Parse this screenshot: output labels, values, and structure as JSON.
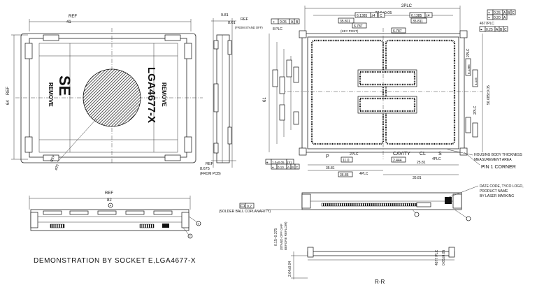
{
  "top_view": {
    "dim_ref_top": "REF",
    "dim_41": "41",
    "dim_ref_left": "REF",
    "dim_64": "64",
    "logo_text": "SE",
    "model_text": "LGA4677-X",
    "remove_left": "REMOVE",
    "remove_right": "REMOVE",
    "dim_ref_circle": "REF",
    "dim_phi25": "ø25"
  },
  "side_view": {
    "dim_981": "9.81",
    "dim_ref": "REF",
    "dim_861": "8.61",
    "from_stand_off": "(FROM STAND OFF)",
    "dim_ref_bottom": "REF",
    "dim_8675": "8.675",
    "from_pcb": "(FROM PCB)"
  },
  "right_view": {
    "dim_2plc_top": "2PLC",
    "dim_77": "77.6±0.05",
    "gdt_top_left": [
      "⌖",
      "0.05",
      "A",
      "B"
    ],
    "dim_8plc": "8 PLC",
    "gdt_618_left": [
      "6.1385",
      "±4"
    ],
    "gdt_c": "C",
    "gdt_618_right": [
      "6.1385",
      "±4"
    ],
    "dim_3581_left": "35.811",
    "dim_6787_a": "6.787",
    "dim_3581_right": "35.811",
    "key_post": "(KEY POST)",
    "dim_6787_b": "6.787",
    "gdt_tr1": [
      "⌖",
      "0.25",
      "A",
      "B",
      "C"
    ],
    "gdt_tr2": [
      "⌖",
      "0.20",
      "A"
    ],
    "dim_4677plc": "4677PLC",
    "gdt_tr3": [
      "⌖",
      "0.25",
      "A",
      "B",
      "C"
    ],
    "dim_2plc_right": "2PLC",
    "dim_plc_right": "2PLC",
    "dim_61": "61",
    "dim_5685": "56.685±0.05",
    "dim_right_small": [
      "6.1385",
      "4.115"
    ],
    "cavity_label": "CAVITY",
    "cl_label": "CL",
    "s_label": "S",
    "p_label": "P",
    "housing_note_1": "HOUSING BODY THICKNESS",
    "housing_note_2": "MEASUREMENT AREA",
    "pin1_corner": "PIN 1 CORNER",
    "gdt_bl1": [
      "⌖",
      "1.0±0.05",
      "(X)"
    ],
    "gdt_bl2": [
      "⌖",
      "0.10",
      "A",
      "B",
      "C"
    ],
    "dim_2plc_bottom": "2PLC",
    "dim_11": "11.0",
    "dim_2444": "2.444",
    "dim_4plc": "4PLC",
    "dim_2825": "25.81",
    "dim_3581_bot": "35.81",
    "dim_3686": "36.86",
    "dim_plc_bot": "4PLC",
    "dim_3581_bot2": "35.81"
  },
  "front_view": {
    "dim_ref": "REF",
    "dim_82": "82",
    "marker_a": "A",
    "marker_b": "3",
    "marker_c": "2"
  },
  "section_view": {
    "date_code_note": [
      "DATE CODE, TYCO LOGO,",
      "PRODUCT NAME",
      "BY LASER MARKING"
    ],
    "gdt_coplanarity": "0.2",
    "solder_ball_coplanarity": "(SOLDER BALL COPLANARITY)",
    "standoff_dim": "0.15~0.375",
    "standoff_note": "(STAND-OFF GAP BEFORE REFLOW)",
    "dim_4677plc": "4677 PLC",
    "dim_065": "0.65±0.05",
    "dim_264": "2.64±0.04",
    "section_label": "R-R"
  },
  "caption": "DEMONSTRATION BY SOCKET E,LGA4677-X"
}
